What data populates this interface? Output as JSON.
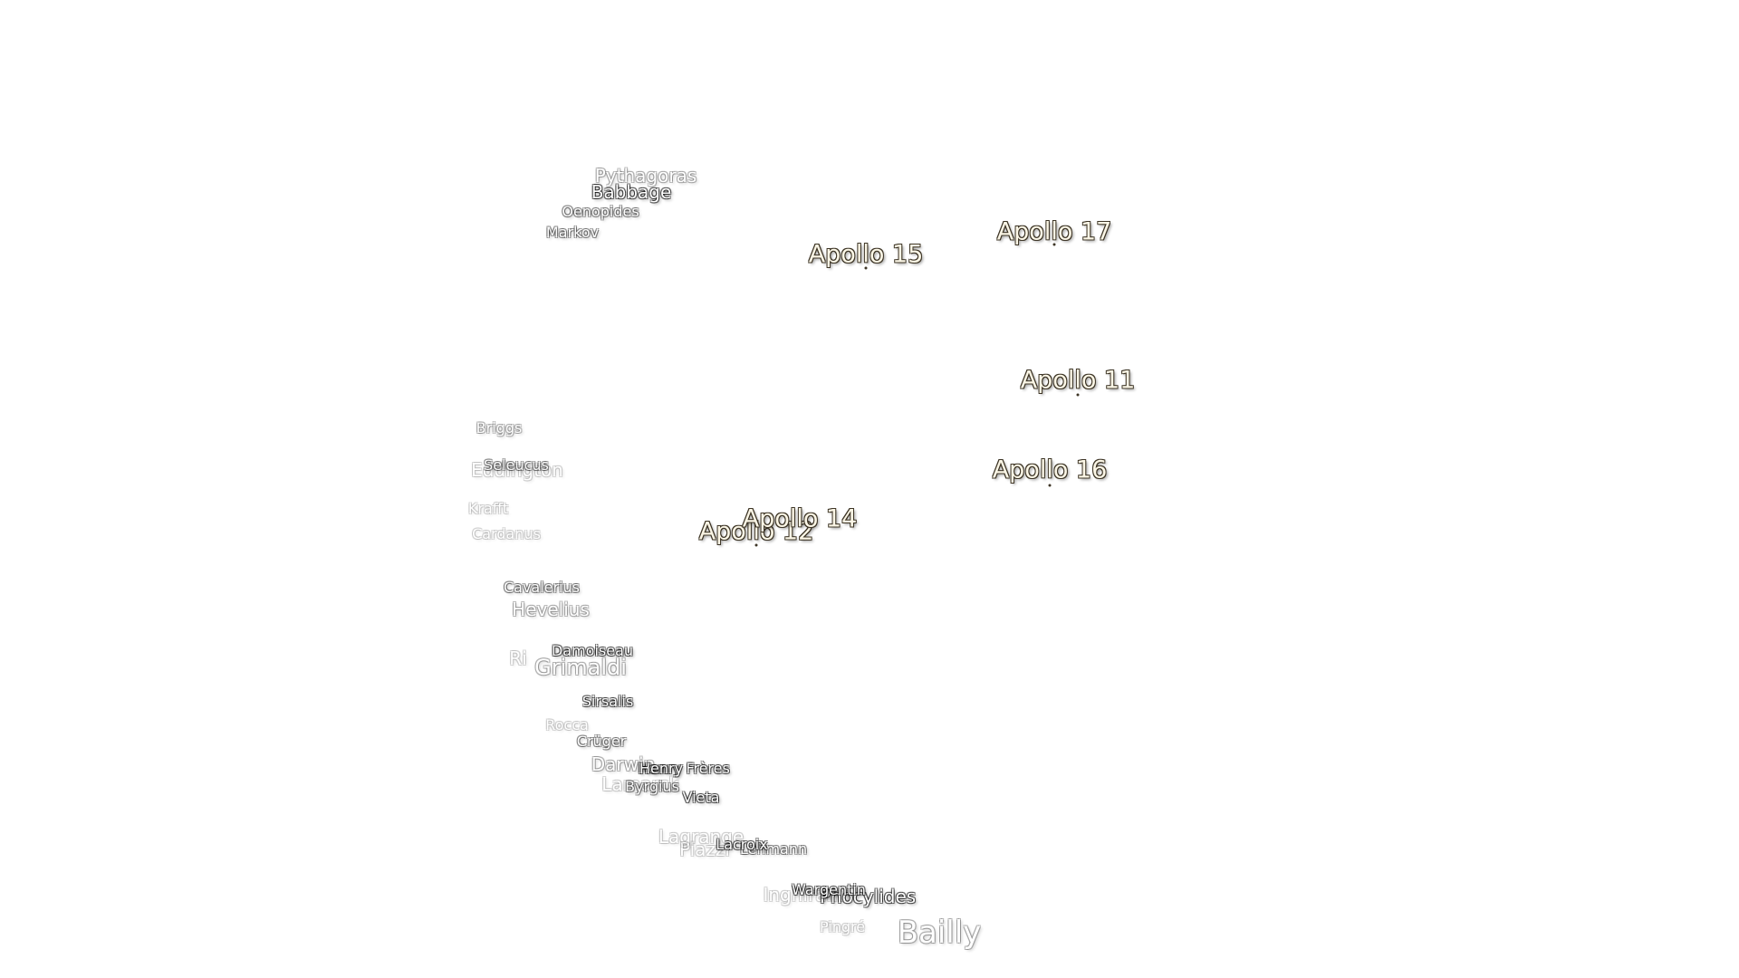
{
  "landing_sites": [
    {
      "id": "apollo-17",
      "name": "Apollo 17"
    },
    {
      "id": "apollo-15",
      "name": "Apollo 15"
    },
    {
      "id": "apollo-11",
      "name": "Apollo 11"
    },
    {
      "id": "apollo-16",
      "name": "Apollo 16"
    },
    {
      "id": "apollo-14",
      "name": "Apollo 14"
    },
    {
      "id": "apollo-12",
      "name": "Apollo 12"
    }
  ],
  "craters": [
    {
      "id": "pythagoras",
      "name": "Pythagoras"
    },
    {
      "id": "babbage",
      "name": "Babbage"
    },
    {
      "id": "oenopides",
      "name": "Oenopides"
    },
    {
      "id": "markov",
      "name": "Markov"
    },
    {
      "id": "briggs",
      "name": "Briggs"
    },
    {
      "id": "eddington",
      "name": "Eddington"
    },
    {
      "id": "seleucus",
      "name": "Seleucus"
    },
    {
      "id": "krafft",
      "name": "Krafft"
    },
    {
      "id": "cardanus",
      "name": "Cardanus"
    },
    {
      "id": "cavalerius",
      "name": "Cavalerius"
    },
    {
      "id": "hevelius",
      "name": "Hevelius"
    },
    {
      "id": "damoiseau",
      "name": "Damoiseau"
    },
    {
      "id": "riccioli",
      "name": "Ri"
    },
    {
      "id": "grimaldi",
      "name": "Grimaldi"
    },
    {
      "id": "sirsalis",
      "name": "Sirsalis"
    },
    {
      "id": "rocca",
      "name": "Rocca"
    },
    {
      "id": "cruger",
      "name": "Crüger"
    },
    {
      "id": "darwin",
      "name": "Darwin"
    },
    {
      "id": "henry-freres",
      "name": "Henry Frères"
    },
    {
      "id": "henry",
      "name": "Henry"
    },
    {
      "id": "lamarck",
      "name": "Lamarck"
    },
    {
      "id": "byrgius",
      "name": "Byrgius"
    },
    {
      "id": "vieta",
      "name": "Vieta"
    },
    {
      "id": "lagrange",
      "name": "Lagrange"
    },
    {
      "id": "piazzi",
      "name": "Piazzi"
    },
    {
      "id": "lacroix",
      "name": "Lacroix"
    },
    {
      "id": "lehmann",
      "name": "Lehmann"
    },
    {
      "id": "inghirami",
      "name": "Inghirami"
    },
    {
      "id": "wargentin",
      "name": "Wargentin"
    },
    {
      "id": "phocylides",
      "name": "Phocylides"
    },
    {
      "id": "pingre",
      "name": "Pingré"
    },
    {
      "id": "bailly",
      "name": "Bailly"
    }
  ]
}
